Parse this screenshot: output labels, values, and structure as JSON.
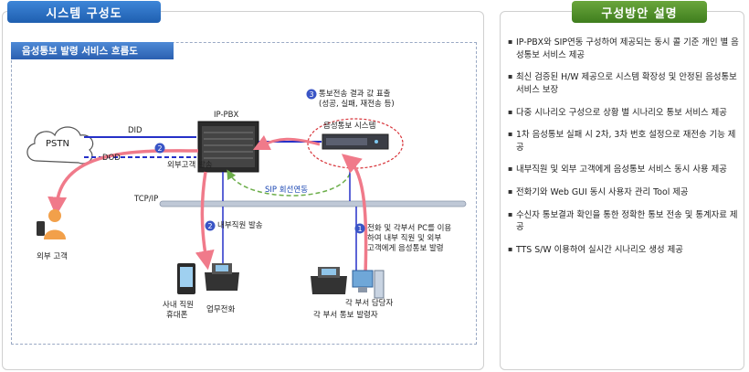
{
  "left_tab": "시스템 구성도",
  "right_tab": "구성방안 설명",
  "flow_title": "음성통보 발령 서비스 흐름도",
  "labels": {
    "pstn": "PSTN",
    "ippbx": "IP-PBX",
    "notify_system": "음성통보 시스템",
    "did": "DID",
    "dod": "DOD",
    "external_call": "외부고객 발송",
    "step3_line1": "통보전송 결과 값 표출",
    "step3_line2": "(성공, 실패, 재전송 등)",
    "sip": "SIP 회선연동",
    "tcpip": "TCP/IP",
    "internal_call": "내부직원 발송",
    "step1_line1": "전화 및 각부서 PC를 이용",
    "step1_line2": "하여 내부 직원 및 외부",
    "step1_line3": "고객에게 음성통보 발령",
    "external_customer": "외부 고객",
    "mobile_line1": "사내 직원",
    "mobile_line2": "휴대폰",
    "office_phone": "업무전화",
    "dept_staff": "각 부서 담당자",
    "dept_sender": "각 부서 통보 발령자"
  },
  "badges": [
    "1",
    "2",
    "2",
    "3"
  ],
  "description_items": [
    "IP-PBX와 SIP연동 구성하여 제공되는 동시 콜 기준 개인 별 음성통보 서비스 제공",
    "최신 검증된 H/W 제공으로 시스템 확장성 및 안정된 음성통보 서비스 보장",
    "다중 시나리오 구성으로 상황 별 시나리오 통보 서비스 제공",
    "1차 음성통보 실패 시 2차, 3차 번호 설정으로 재전송 기능 제공",
    "내부직원 및 외부 고객에게 음성통보 서비스 동시 사용 제공",
    "전화기와 Web GUI 동시 사용자 관리 Tool 제공",
    "수신자 통보결과 확인을 통한 정확한 통보 전송 및 통계자료 제공",
    "TTS S/W 이용하여 실시간 시나리오 생성 제공"
  ],
  "colors": {
    "blue_line": "#2530c8",
    "pink_arrow": "#f07a8a",
    "green_dashed": "#6cae4a",
    "tab_blue": "#2f6fc4",
    "tab_green": "#4f8e2c"
  }
}
